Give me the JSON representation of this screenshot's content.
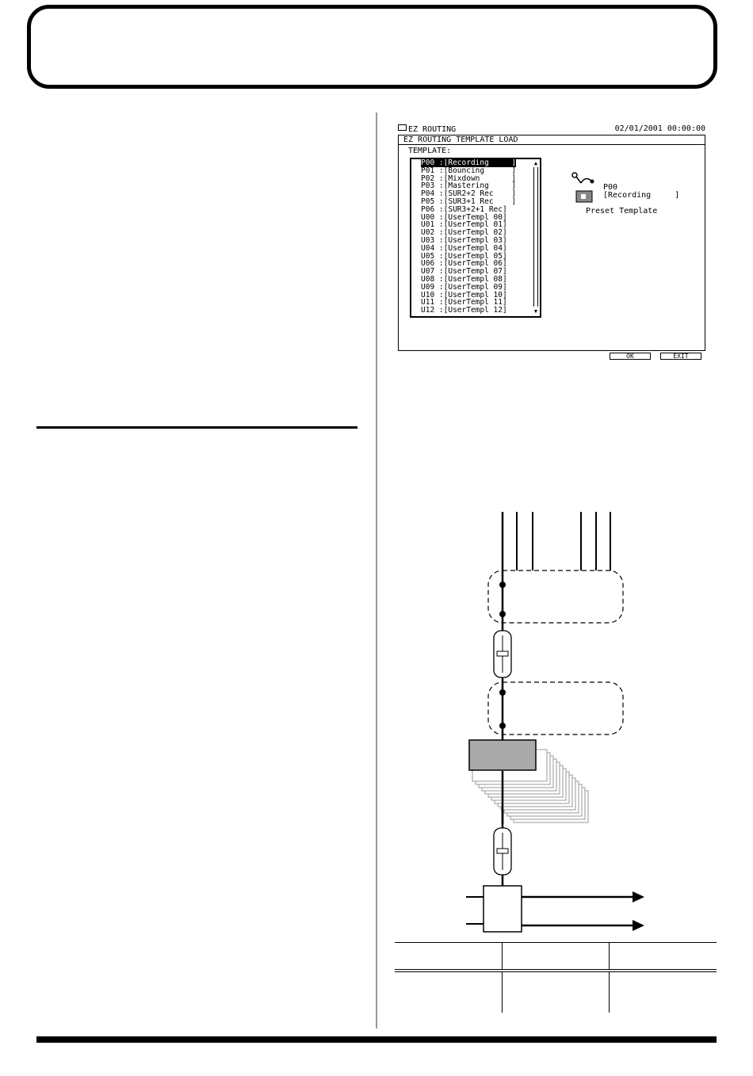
{
  "lcd": {
    "app_title": "EZ ROUTING",
    "datetime": "02/01/2001 00:00:00",
    "screen_title": "EZ ROUTING TEMPLATE LOAD",
    "list_label": "TEMPLATE:",
    "templates": [
      {
        "code": "P00",
        "name": "[Recording     ]"
      },
      {
        "code": "P01",
        "name": "[Bouncing      ]"
      },
      {
        "code": "P02",
        "name": "[Mixdown       ]"
      },
      {
        "code": "P03",
        "name": "[Mastering     ]"
      },
      {
        "code": "P04",
        "name": "[SUR2+2 Rec    ]"
      },
      {
        "code": "P05",
        "name": "[SUR3+1 Rec    ]"
      },
      {
        "code": "P06",
        "name": "[SUR3+2+1 Rec]"
      },
      {
        "code": "U00",
        "name": "[UserTempl 00]"
      },
      {
        "code": "U01",
        "name": "[UserTempl 01]"
      },
      {
        "code": "U02",
        "name": "[UserTempl 02]"
      },
      {
        "code": "U03",
        "name": "[UserTempl 03]"
      },
      {
        "code": "U04",
        "name": "[UserTempl 04]"
      },
      {
        "code": "U05",
        "name": "[UserTempl 05]"
      },
      {
        "code": "U06",
        "name": "[UserTempl 06]"
      },
      {
        "code": "U07",
        "name": "[UserTempl 07]"
      },
      {
        "code": "U08",
        "name": "[UserTempl 08]"
      },
      {
        "code": "U09",
        "name": "[UserTempl 09]"
      },
      {
        "code": "U10",
        "name": "[UserTempl 10]"
      },
      {
        "code": "U11",
        "name": "[UserTempl 11]"
      },
      {
        "code": "U12",
        "name": "[UserTempl 12]"
      }
    ],
    "selected_index": 0,
    "preview": {
      "code": "P00",
      "name": "[Recording     ]",
      "type": "Preset Template"
    },
    "ok_label": "OK",
    "exit_label": "EXIT"
  }
}
